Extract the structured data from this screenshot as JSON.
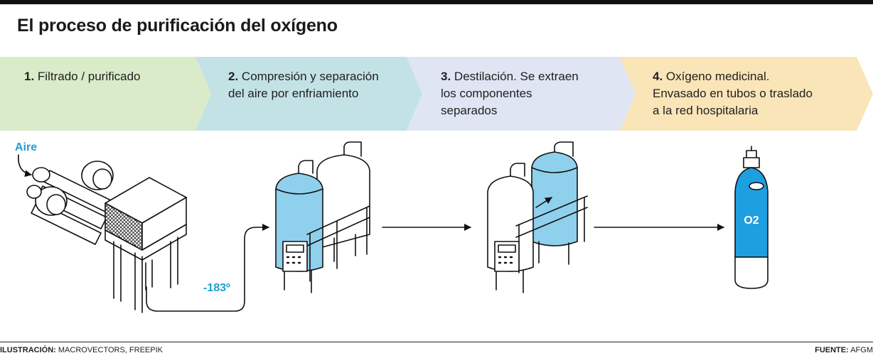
{
  "title": "El proceso de purificación del oxígeno",
  "steps": [
    {
      "number": "1.",
      "lines": [
        "Filtrado / purificado"
      ],
      "color": "#d9ebc8"
    },
    {
      "number": "2.",
      "lines": [
        "Compresión y separación",
        "del aire por enfriamiento"
      ],
      "color": "#c3e2e6"
    },
    {
      "number": "3.",
      "lines": [
        "Destilación. Se extraen",
        "los componentes",
        "separados"
      ],
      "color": "#dfe5f3"
    },
    {
      "number": "4.",
      "lines": [
        "Oxígeno medicinal.",
        "Envasado en tubos o traslado",
        "a la red hospitalaria"
      ],
      "color": "#fae5b8"
    }
  ],
  "labels": {
    "air": "Aire",
    "temperature": "-183º",
    "cylinder": "O2"
  },
  "footer": {
    "illustration_label": "ILUSTRACIÓN:",
    "illustration_value": "MACROVECTORS, FREEPIK",
    "source_label": "FUENTE:",
    "source_value": "AFGM"
  },
  "colors": {
    "accent_blue": "#1d9fd0",
    "tank_blue": "#8fd0ec",
    "cylinder_blue": "#1e9fe0"
  }
}
